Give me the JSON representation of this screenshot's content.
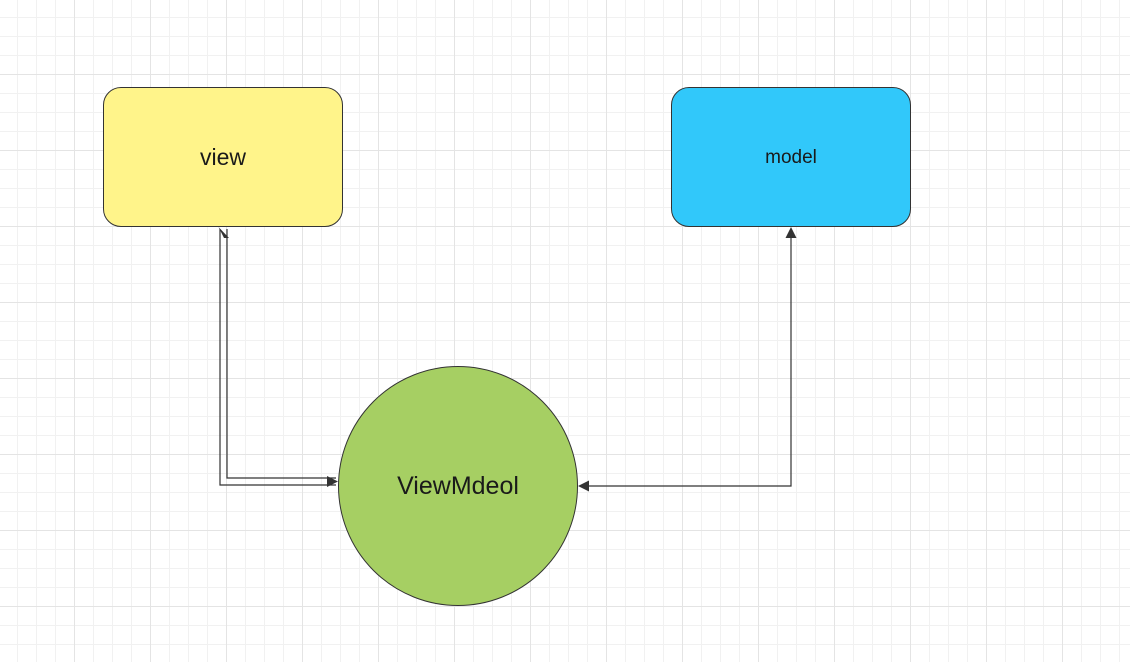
{
  "nodes": {
    "view": {
      "label": "view",
      "fill": "#fff48a"
    },
    "model": {
      "label": "model",
      "fill": "#31c8fa"
    },
    "viewmodel": {
      "label": "ViewMdeol",
      "fill": "#a6cf63"
    }
  },
  "edges": [
    {
      "from": "view",
      "to": "viewmodel",
      "style": "double-line",
      "arrows": "both"
    },
    {
      "from": "model",
      "to": "viewmodel",
      "style": "single-line",
      "arrows": "both"
    }
  ],
  "colors": {
    "connector": "#333333",
    "grid_major": "#e4e4e4",
    "grid_minor": "#f1f1f1",
    "background": "#ffffff"
  }
}
